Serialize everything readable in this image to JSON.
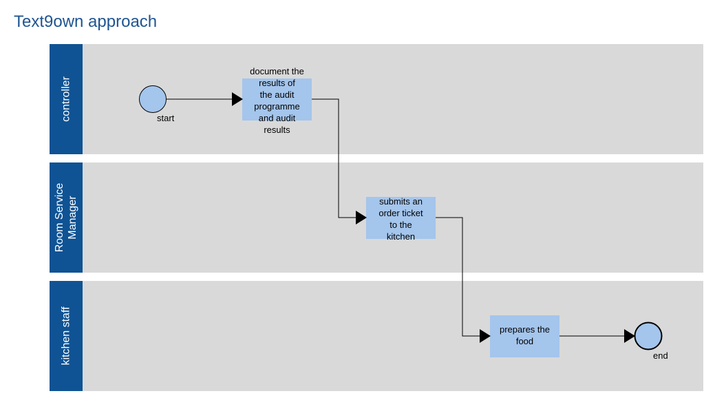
{
  "title": "Text9own approach",
  "lanes": [
    {
      "label": "controller"
    },
    {
      "label": "Room Service\nManager"
    },
    {
      "label": "kitchen staff"
    }
  ],
  "events": {
    "start": {
      "label": "start"
    },
    "end": {
      "label": "end"
    }
  },
  "tasks": [
    {
      "text": "document the\nresults of\nthe audit\nprogramme\nand audit\nresults"
    },
    {
      "text": "submits an\norder ticket\nto the\nkitchen"
    },
    {
      "text": "prepares the\nfood"
    }
  ],
  "colors": {
    "title": "#1f5591",
    "lane_header": "#0f5394",
    "lane_background": "#d9d9d9",
    "task_fill": "#a4c5ec",
    "event_fill": "#a4c5ec",
    "flow_line": "#000000"
  }
}
